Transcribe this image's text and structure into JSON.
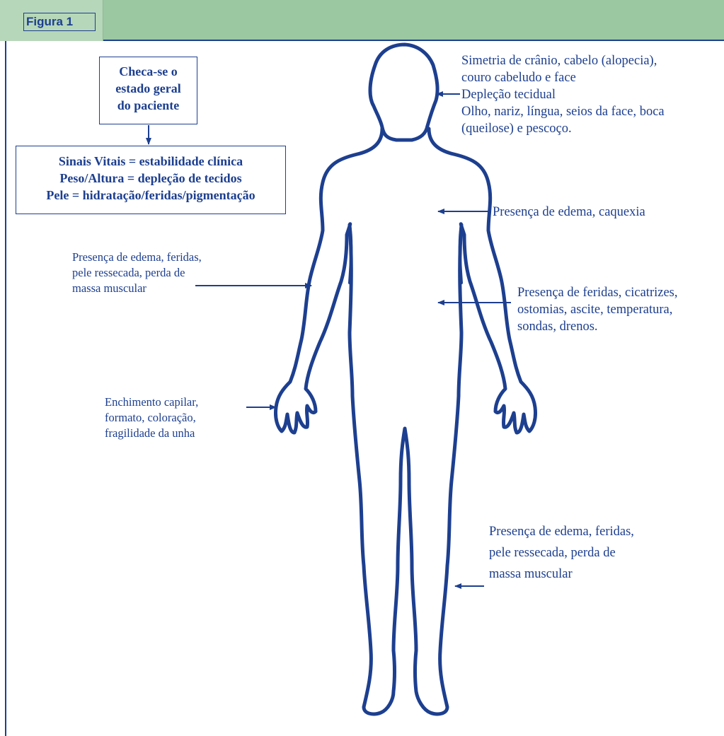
{
  "figure_label": "Figura 1",
  "top_box": {
    "lines": [
      "Checa-se o",
      "estado geral",
      "do paciente"
    ]
  },
  "signs_box": {
    "lines": [
      "Sinais Vitais = estabilidade clínica",
      "Peso/Altura = depleção de tecidos",
      "Pele = hidratação/feridas/pigmentação"
    ]
  },
  "annotations": {
    "head": [
      "Simetria de crânio, cabelo (alopecia),",
      "couro cabeludo e face",
      "Depleção tecidual",
      "Olho, nariz, língua, seios da face, boca",
      "(queilose) e pescoço."
    ],
    "chest": [
      "Presença de edema, caquexia"
    ],
    "arm": [
      "Presença de edema, feridas,",
      "pele ressecada, perda de",
      "massa muscular"
    ],
    "abdomen": [
      "Presença de feridas, cicatrizes,",
      "ostomias, ascite, temperatura,",
      "sondas, drenos."
    ],
    "hand": [
      "Enchimento capilar,",
      "formato, coloração,",
      "fragilidade da unha"
    ],
    "leg": [
      "Presença de edema, feridas,",
      "pele ressecada, perda de",
      "massa muscular"
    ]
  },
  "colors": {
    "header": "#9bc7a1",
    "outline": "#1d3f8f",
    "text": "#1d3f8f"
  }
}
